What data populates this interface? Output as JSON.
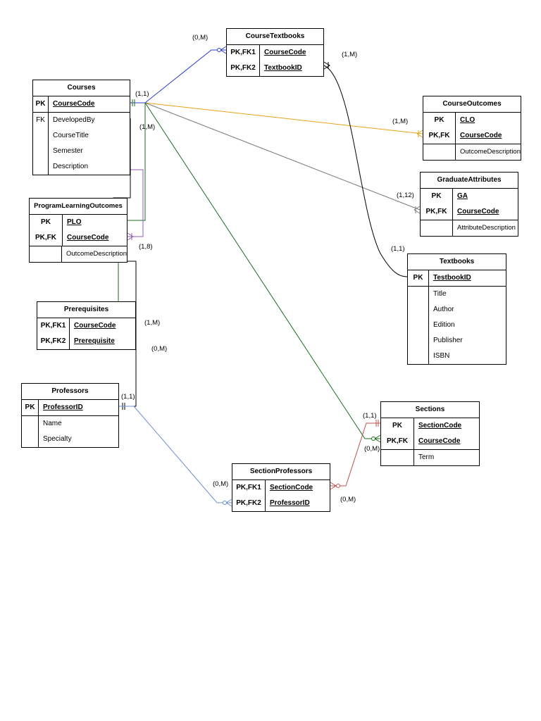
{
  "entities": {
    "course_textbooks": {
      "title": "CourseTextbooks",
      "rows": [
        {
          "key": "PK,FK1",
          "attr": "CourseCode"
        },
        {
          "key": "PK,FK2",
          "attr": "TextbookID"
        }
      ]
    },
    "courses": {
      "title": "Courses",
      "rows": [
        {
          "key": "PK",
          "attr": "CourseCode"
        },
        {
          "key": "FK",
          "attr": "DevelopedBy"
        },
        {
          "key": "",
          "attr": "CourseTitle"
        },
        {
          "key": "",
          "attr": "Semester"
        },
        {
          "key": "",
          "attr": "Description"
        }
      ]
    },
    "course_outcomes": {
      "title": "CourseOutcomes",
      "rows": [
        {
          "key": "PK",
          "attr": "CLO"
        },
        {
          "key": "PK,FK",
          "attr": "CourseCode"
        },
        {
          "key": "",
          "attr": "OutcomeDescription"
        }
      ]
    },
    "graduate_attributes": {
      "title": "GraduateAttributes",
      "rows": [
        {
          "key": "PK",
          "attr": "GA"
        },
        {
          "key": "PK,FK",
          "attr": "CourseCode"
        },
        {
          "key": "",
          "attr": "AttributeDescription"
        }
      ]
    },
    "program_learning_outcomes": {
      "title": "ProgramLearningOutcomes",
      "rows": [
        {
          "key": "PK",
          "attr": "PLO"
        },
        {
          "key": "PK,FK",
          "attr": "CourseCode"
        },
        {
          "key": "",
          "attr": "OutcomeDescription"
        }
      ]
    },
    "textbooks": {
      "title": "Textbooks",
      "rows": [
        {
          "key": "PK",
          "attr": "TestbookID"
        },
        {
          "key": "",
          "attr": "Title"
        },
        {
          "key": "",
          "attr": "Author"
        },
        {
          "key": "",
          "attr": "Edition"
        },
        {
          "key": "",
          "attr": "Publisher"
        },
        {
          "key": "",
          "attr": "ISBN"
        }
      ]
    },
    "prerequisites": {
      "title": "Prerequisites",
      "rows": [
        {
          "key": "PK,FK1",
          "attr": "CourseCode"
        },
        {
          "key": "PK,FK2",
          "attr": "Prerequisite"
        }
      ]
    },
    "professors": {
      "title": "Professors",
      "rows": [
        {
          "key": "PK",
          "attr": "ProfessorID"
        },
        {
          "key": "",
          "attr": "Name"
        },
        {
          "key": "",
          "attr": "Specialty"
        }
      ]
    },
    "sections": {
      "title": "Sections",
      "rows": [
        {
          "key": "PK",
          "attr": "SectionCode"
        },
        {
          "key": "PK,FK",
          "attr": "CourseCode"
        },
        {
          "key": "",
          "attr": "Term"
        }
      ]
    },
    "section_professors": {
      "title": "SectionProfessors",
      "rows": [
        {
          "key": "PK,FK1",
          "attr": "SectionCode"
        },
        {
          "key": "PK,FK2",
          "attr": "ProfessorID"
        }
      ]
    }
  },
  "cardinalities": {
    "c1": "(0,M)",
    "c2": "(1,M)",
    "c3": "(1,1)",
    "c4": "(1,M)",
    "c5": "(1,M)",
    "c6": "(1,12)",
    "c7": "(1,8)",
    "c8": "(1,1)",
    "c9": "(1,M)",
    "c10": "(0,M)",
    "c11": "(1,1)",
    "c12": "(1,1)",
    "c13": "(0,M)",
    "c14": "(0,M)",
    "c15": "(0,M)"
  },
  "colors": {
    "blue": "#2b3fc9",
    "orange": "#e8a317",
    "gray": "#7a7a7a",
    "green": "#1f6b1f",
    "purple": "#8e5bb5",
    "red": "#c0504d",
    "light_blue": "#6f8fd0",
    "black": "#000000"
  }
}
